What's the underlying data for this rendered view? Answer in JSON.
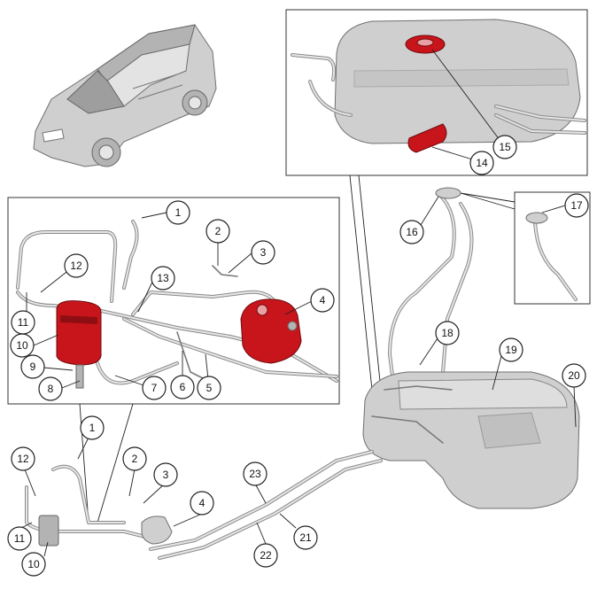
{
  "figure": {
    "background": "#ffffff",
    "highlight_color": "#c8151b",
    "part_color": "#c8c8c8",
    "line_color": "#222222"
  },
  "callouts": {
    "c1a": "1",
    "c2a": "2",
    "c3a": "3",
    "c4a": "4",
    "c5": "5",
    "c6": "6",
    "c7": "7",
    "c8": "8",
    "c9": "9",
    "c10a": "10",
    "c11a": "11",
    "c12a": "12",
    "c13": "13",
    "c14": "14",
    "c15": "15",
    "c16": "16",
    "c17": "17",
    "c18": "18",
    "c19": "19",
    "c20": "20",
    "c1b": "1",
    "c2b": "2",
    "c3b": "3",
    "c4b": "4",
    "c10b": "10",
    "c11b": "11",
    "c12b": "12",
    "c21": "21",
    "c22": "22",
    "c23": "23"
  }
}
